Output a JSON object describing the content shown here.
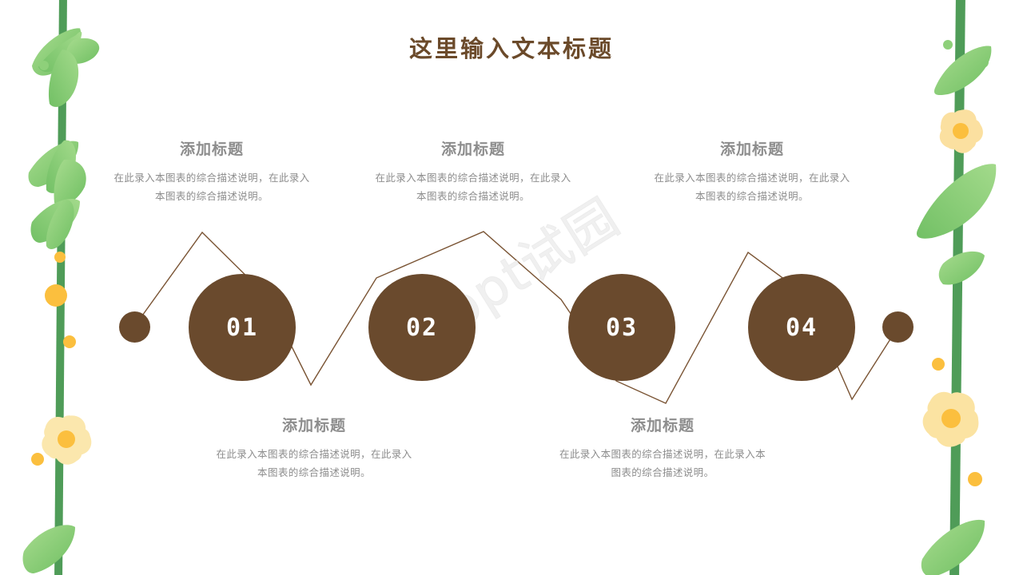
{
  "slide": {
    "title": "这里输入文本标题",
    "watermark": "ppt试园",
    "background_color": "#ffffff",
    "accent_brown": "#6a4a2d",
    "title_color": "#6b4a2a",
    "text_gray": "#8d8d8d",
    "stem_green": "#4f9c58",
    "leaf_green": "#8ed07a",
    "flower_yellow": "#fbe3a2",
    "dot_orange": "#fbbf3e"
  },
  "nodes": [
    {
      "number": "01",
      "name": "node-01"
    },
    {
      "number": "02",
      "name": "node-02"
    },
    {
      "number": "03",
      "name": "node-03"
    },
    {
      "number": "04",
      "name": "node-04"
    }
  ],
  "blocks": [
    {
      "heading": "添加标题",
      "body": "在此录入本图表的综合描述说明，在此录入本图表的综合描述说明。",
      "position": "top-1"
    },
    {
      "heading": "添加标题",
      "body": "在此录入本图表的综合描述说明，在此录入本图表的综合描述说明。",
      "position": "top-2"
    },
    {
      "heading": "添加标题",
      "body": "在此录入本图表的综合描述说明，在此录入本图表的综合描述说明。",
      "position": "top-3"
    },
    {
      "heading": "添加标题",
      "body": "在此录入本图表的综合描述说明，在此录入本图表的综合描述说明。",
      "position": "bottom-1"
    },
    {
      "heading": "添加标题",
      "body": "在此录入本图表的综合描述说明，在此录入本图表的综合描述说明。",
      "position": "bottom-2"
    }
  ],
  "decorations": {
    "left_vine": "green-vine-left",
    "right_vine": "green-vine-right",
    "flowers": 3,
    "leaves": 9,
    "dots": 8
  }
}
